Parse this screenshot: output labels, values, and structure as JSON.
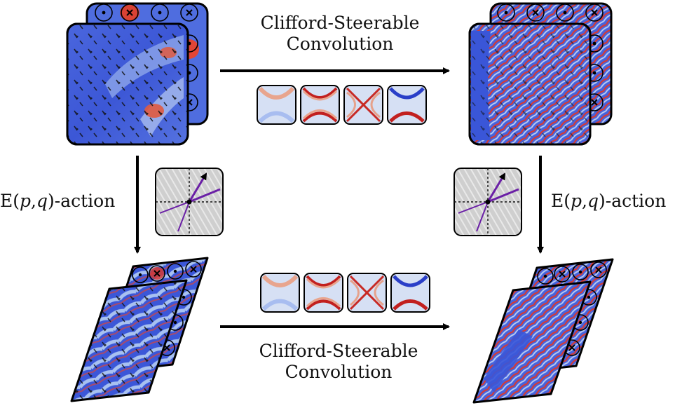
{
  "top_operation": {
    "line1": "Clifford-Steerable",
    "line2": "Convolution"
  },
  "bottom_operation": {
    "line1": "Clifford-Steerable",
    "line2": "Convolution"
  },
  "left_action": {
    "prefix": "E(",
    "var_p": "p",
    "sep": ",",
    "var_q": "q",
    "suffix": ")-action"
  },
  "right_action": {
    "prefix": "E(",
    "var_p": "p",
    "sep": ",",
    "var_q": "q",
    "suffix": ")-action"
  },
  "field_symbols": {
    "dot": "•",
    "cross": "×"
  },
  "colors": {
    "field_blue": "#3a56d8",
    "field_light_blue": "#a9c0ef",
    "field_red": "#d63a34",
    "kernel_background": "#cfdaf2",
    "action_panel_gray": "#d0d0d0",
    "action_arrow_purple": "#6a1fa6",
    "arrow_black": "#000000"
  },
  "icons": [
    "field-stack",
    "kernel-thumbnail",
    "action-diagram",
    "right-arrow",
    "down-arrow"
  ]
}
